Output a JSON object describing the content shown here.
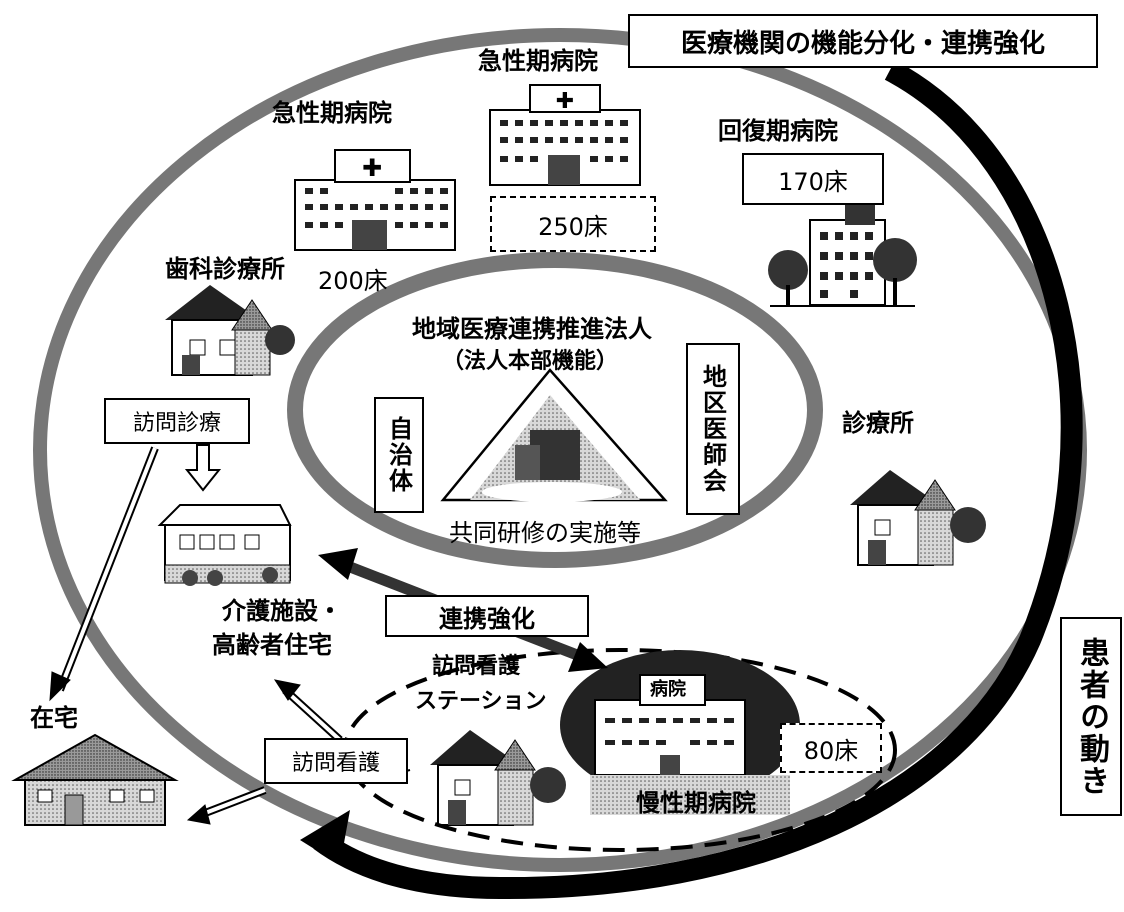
{
  "title": "医療機関の機能分化・連携強化",
  "side_label": "患者の動き",
  "hospitals": {
    "acute_left": {
      "label": "急性期病院",
      "beds": "200床"
    },
    "acute_center": {
      "label": "急性期病院",
      "beds": "250床"
    },
    "recovery": {
      "label": "回復期病院",
      "beds": "170床"
    },
    "chronic": {
      "label": "慢性期病院",
      "beds": "80床",
      "sign": "病院"
    }
  },
  "dental_clinic": "歯科診療所",
  "clinic": "診療所",
  "home_dental": "訪問診療",
  "care_facility": {
    "line1": "介護施設・",
    "line2": "高齢者住宅"
  },
  "home": "在宅",
  "nursing_station": {
    "line1": "訪問看護",
    "line2": "ステーション"
  },
  "home_nursing": "訪問看護",
  "cooperation": "連携強化",
  "center": {
    "line1": "地域医療連携推進法人",
    "line2": "（法人本部機能）",
    "left_box": "自治体",
    "right_box": "地区医師会",
    "bottom": "共同研修の実施等"
  }
}
